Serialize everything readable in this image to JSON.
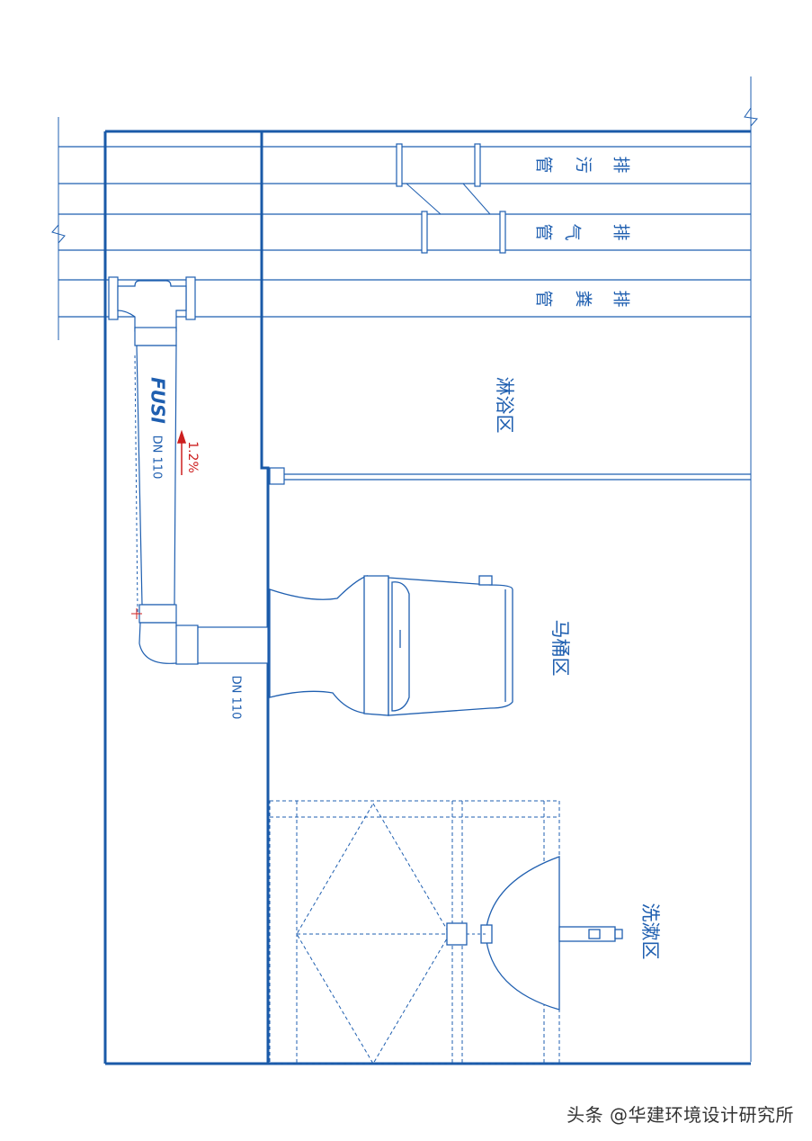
{
  "colors": {
    "line": "#1f5fb0",
    "wall": "#1a5aa8",
    "slope": "#cc1f1f"
  },
  "pipes": {
    "sewage": [
      "排",
      "污",
      "管"
    ],
    "vent": [
      "排",
      "气",
      "管"
    ],
    "soil": [
      "排",
      "粪",
      "管"
    ]
  },
  "zones": {
    "shower": "淋浴区",
    "toilet": "马桶区",
    "wash": "洗漱区"
  },
  "labels": {
    "brand": "FUSI",
    "pipe_size_riser": "DN 110",
    "pipe_size_stub": "DN 110",
    "slope": "1.2%"
  },
  "watermark": "头条 @华建环境设计研究所"
}
